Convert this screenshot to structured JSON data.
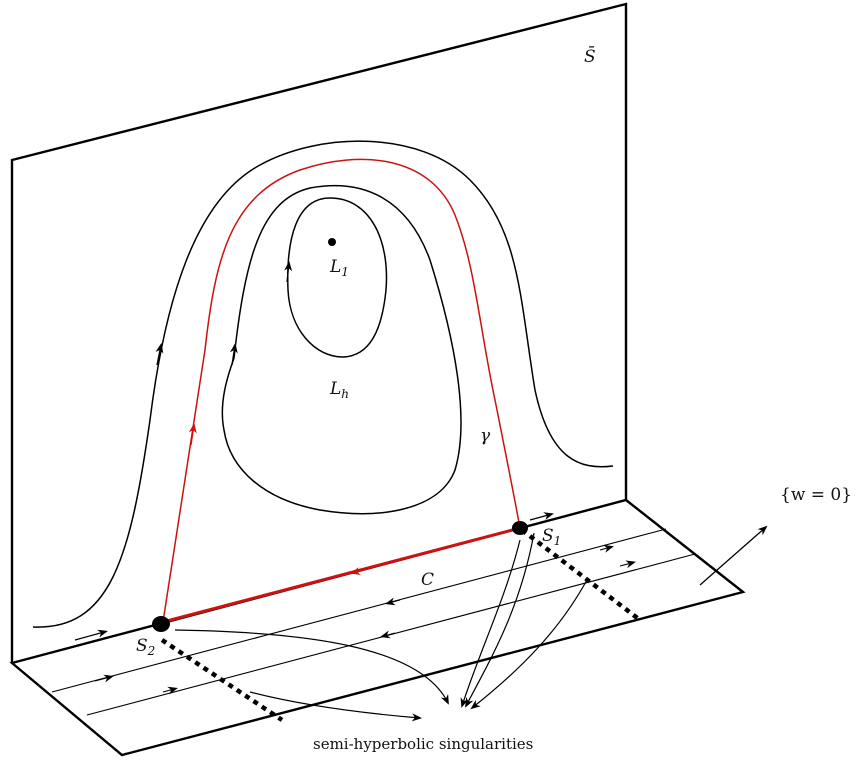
{
  "labels": {
    "surface": "S̄",
    "L1": "L",
    "L1_sub": "1",
    "Lh": "L",
    "Lh_sub": "h",
    "gamma": "γ",
    "S1": "S",
    "S1_sub": "1",
    "S2": "S",
    "S2_sub": "2",
    "C": "C",
    "plane": "{w = 0}",
    "caption": "semi-hyperbolic singularities"
  },
  "colors": {
    "ink": "#000000",
    "highlight": "#cc1111"
  }
}
